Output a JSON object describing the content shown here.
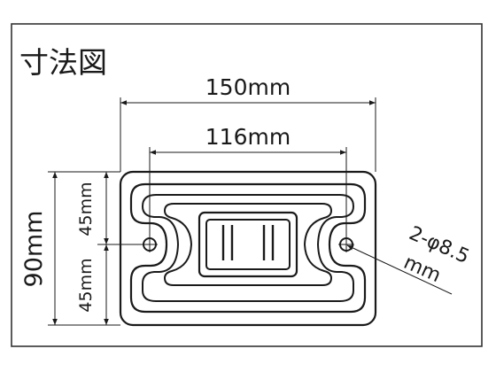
{
  "diagram": {
    "title": "寸法図",
    "overall_width": "150mm",
    "hole_spacing": "116mm",
    "overall_height": "90mm",
    "upper_half_height": "45mm",
    "lower_half_height": "45mm",
    "hole_callout_line1": "2-φ8.5",
    "hole_callout_line2": "mm"
  },
  "colors": {
    "line": "#1a1a1a",
    "frame": "#333333",
    "background": "#ffffff"
  }
}
